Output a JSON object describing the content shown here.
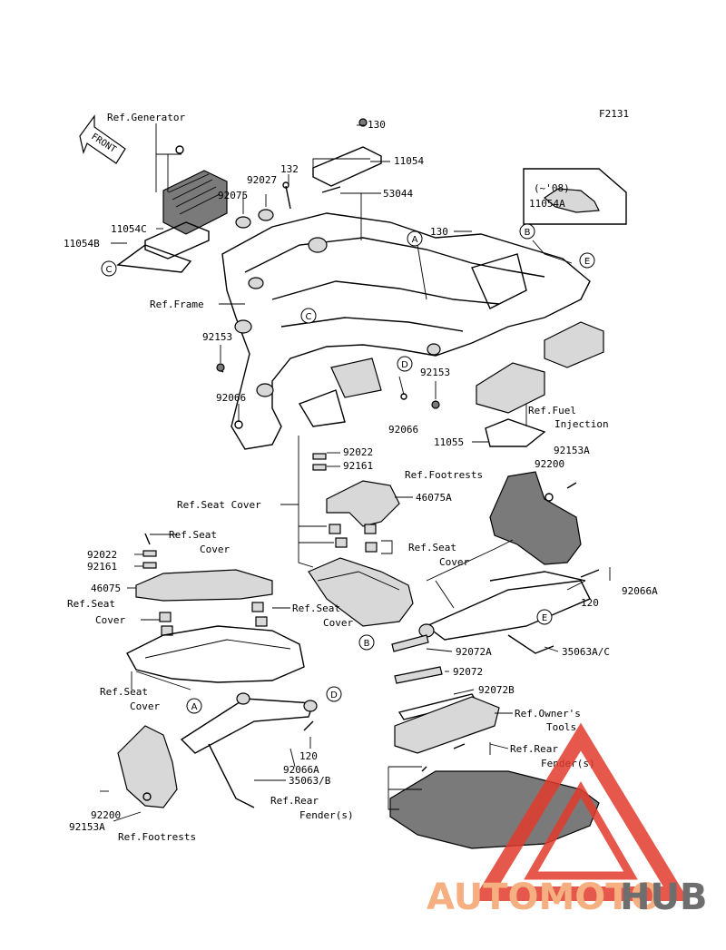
{
  "figure_code": "F2131",
  "front_arrow_label": "FRONT",
  "variant_note": "(~'08)",
  "labels": {
    "ref_generator": "Ref.Generator",
    "p92075": "92075",
    "p92027": "92027",
    "p132": "132",
    "p130_top": "130",
    "p11054": "11054",
    "p53044": "53044",
    "p11054A": "11054A",
    "p11054C": "11054C",
    "p11054B": "11054B",
    "p130_mid": "130",
    "ref_frame": "Ref.Frame",
    "p92153_l": "92153",
    "p92066_l": "92066",
    "p92153_r": "92153",
    "p92066_r": "92066",
    "ref_fuel_1": "Ref.Fuel",
    "ref_fuel_2": "Injection",
    "p11055": "11055",
    "p92153A_r": "92153A",
    "p92022_u": "92022",
    "p92161_u": "92161",
    "ref_footrests_r": "Ref.Footrests",
    "p92200_r": "92200",
    "ref_seat_cover_mid": "Ref.Seat Cover",
    "p46075A": "46075A",
    "ref_seat_1": "Ref.Seat",
    "ref_seat_1b": "Cover",
    "p92022_l": "92022",
    "p92161_l": "92161",
    "ref_seat_2": "Ref.Seat",
    "ref_seat_2b": "Cover",
    "p46075": "46075",
    "p92066A_r": "92066A",
    "ref_seat_3": "Ref.Seat",
    "ref_seat_3b": "Cover",
    "ref_seat_4": "Ref.Seat",
    "ref_seat_4b": "Cover",
    "p120_r": "120",
    "p92072A": "92072A",
    "p35063AC": "35063A/C",
    "p92072": "92072",
    "ref_seat_5": "Ref.Seat",
    "ref_seat_5b": "Cover",
    "p92072B": "92072B",
    "ref_owners_1": "Ref.Owner's",
    "ref_owners_2": "Tools",
    "p120_l": "120",
    "p92066A_l": "92066A",
    "ref_rear_fender_r1": "Ref.Rear",
    "ref_rear_fender_r2": "Fender(s)",
    "p35063B": "35063/B",
    "ref_rear_fender_l1": "Ref.Rear",
    "ref_rear_fender_l2": "Fender(s)",
    "p92200_l": "92200",
    "p92153A_l": "92153A",
    "ref_footrests_l": "Ref.Footrests"
  },
  "callouts": {
    "A": "A",
    "B": "B",
    "C": "C",
    "D": "D",
    "E": "E"
  },
  "watermark": {
    "part1": "AUTOMOTO",
    "part2": "HUB",
    "color1": "#f4a26a",
    "color2": "#555555",
    "triangle_color": "#e23b2c"
  }
}
